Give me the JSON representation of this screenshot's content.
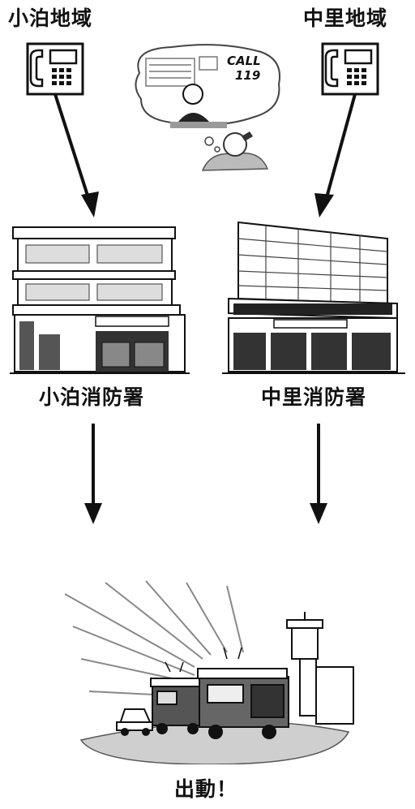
{
  "regions": {
    "left": "小泊地域",
    "right": "中里地域"
  },
  "call_bubble": {
    "line1": "CALL",
    "line2": "119"
  },
  "stations": {
    "left": "小泊消防署",
    "right": "中里消防署"
  },
  "result": "出動！",
  "colors": {
    "ink": "#111111",
    "paper": "#ffffff",
    "shade": "#9a9a9a"
  }
}
